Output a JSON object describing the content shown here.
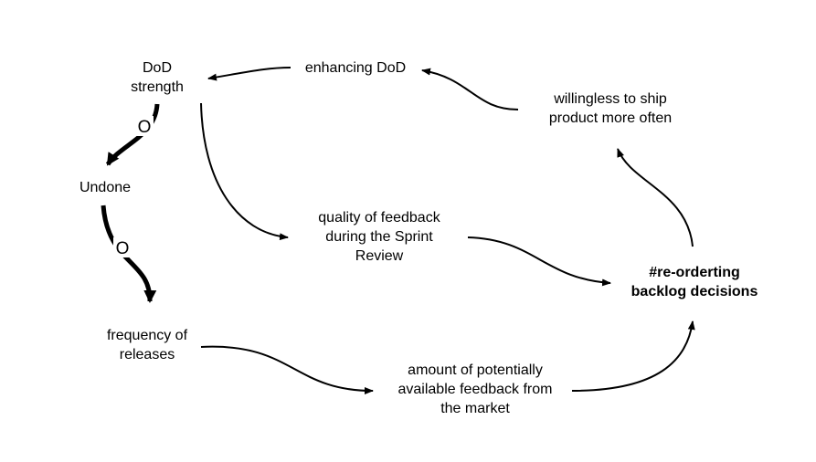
{
  "nodes": {
    "dod_strength": [
      "DoD",
      "strength"
    ],
    "enhancing_dod": [
      "enhancing DoD"
    ],
    "willingness": [
      "willingless to ship",
      "product more often"
    ],
    "undone": [
      "Undone"
    ],
    "quality_feedback": [
      "quality of feedback",
      "during the Sprint",
      "Review"
    ],
    "reordering": [
      "#re-orderting",
      "backlog decisions"
    ],
    "frequency": [
      "frequency of",
      "releases"
    ],
    "amount_feedback": [
      "amount of potentially",
      "available feedback from",
      "the market"
    ]
  },
  "link_labels": {
    "dod_to_undone": "O",
    "undone_to_frequency": "O"
  },
  "colors": {
    "line": "#000000",
    "background": "#ffffff"
  }
}
